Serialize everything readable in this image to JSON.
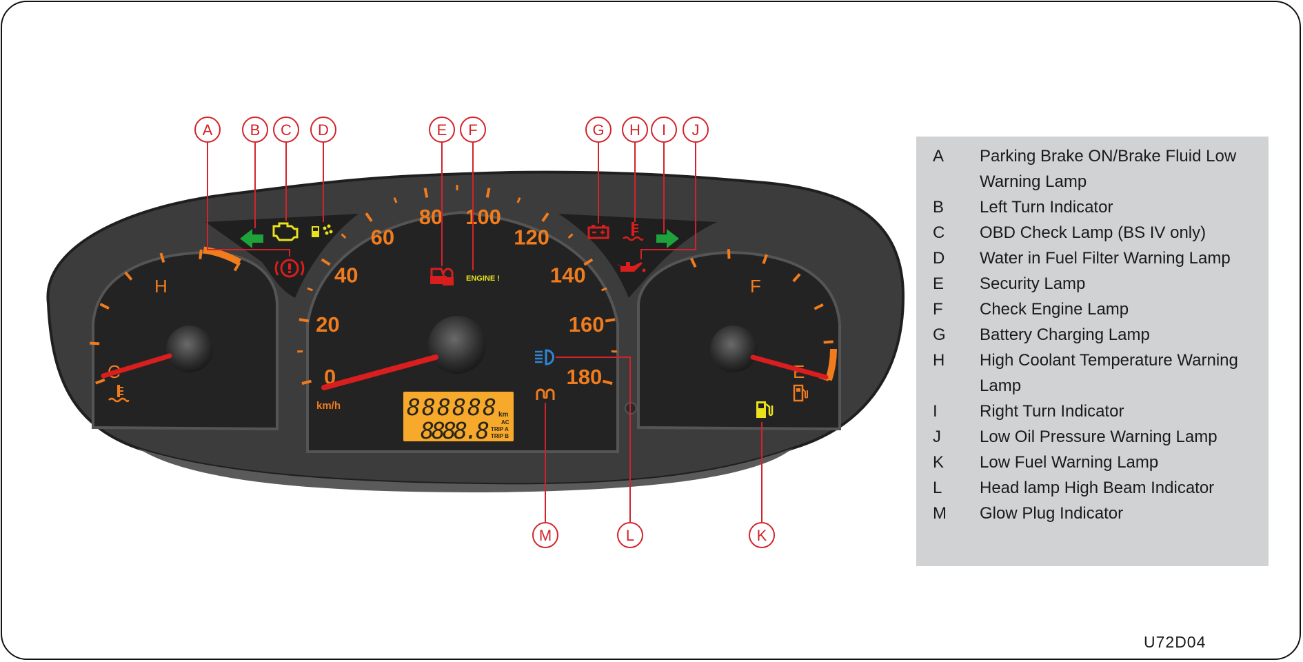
{
  "gauges": {
    "speed_labels": [
      "0",
      "20",
      "40",
      "60",
      "80",
      "100",
      "120",
      "140",
      "160",
      "180"
    ],
    "speed_unit": "km/h",
    "temp_hot_label": "H",
    "temp_cold_label": "C",
    "fuel_full_label": "F",
    "fuel_empty_label": "E",
    "odometer_value": "888888",
    "odometer_unit": "km",
    "trip_value": "8888.8",
    "trip_flags": [
      "AC",
      "TRIP A",
      "TRIP B"
    ],
    "engine_lamp_text": "ENGINE !"
  },
  "callouts": [
    "A",
    "B",
    "C",
    "D",
    "E",
    "F",
    "G",
    "H",
    "I",
    "J",
    "K",
    "L",
    "M"
  ],
  "legend": {
    "items": [
      {
        "letter": "A",
        "text": "Parking Brake ON/Brake Fluid Low Warning Lamp"
      },
      {
        "letter": "B",
        "text": "Left Turn Indicator"
      },
      {
        "letter": "C",
        "text": "OBD Check Lamp (BS IV only)"
      },
      {
        "letter": "D",
        "text": "Water in Fuel Filter Warning Lamp"
      },
      {
        "letter": "E",
        "text": "Security Lamp"
      },
      {
        "letter": "F",
        "text": "Check Engine Lamp"
      },
      {
        "letter": "G",
        "text": "Battery Charging Lamp"
      },
      {
        "letter": "H",
        "text": "High Coolant Temperature Warning Lamp"
      },
      {
        "letter": "I",
        "text": "Right Turn Indicator"
      },
      {
        "letter": "J",
        "text": "Low Oil Pressure Warning Lamp"
      },
      {
        "letter": "K",
        "text": "Low Fuel Warning Lamp"
      },
      {
        "letter": "L",
        "text": "Head lamp High Beam Indicator"
      },
      {
        "letter": "M",
        "text": "Glow Plug Indicator"
      }
    ]
  },
  "reference_code": "U72D04",
  "colors": {
    "scale_orange": "#f07c1e",
    "needle_red": "#d81e1e",
    "callout_red": "#d2232a",
    "lcd_amber": "#f6a92a",
    "turn_green": "#1ea23a",
    "lamp_yellow": "#e9e21c",
    "high_beam_blue": "#2f86d6",
    "panel_dark": "#3a3a3a"
  }
}
